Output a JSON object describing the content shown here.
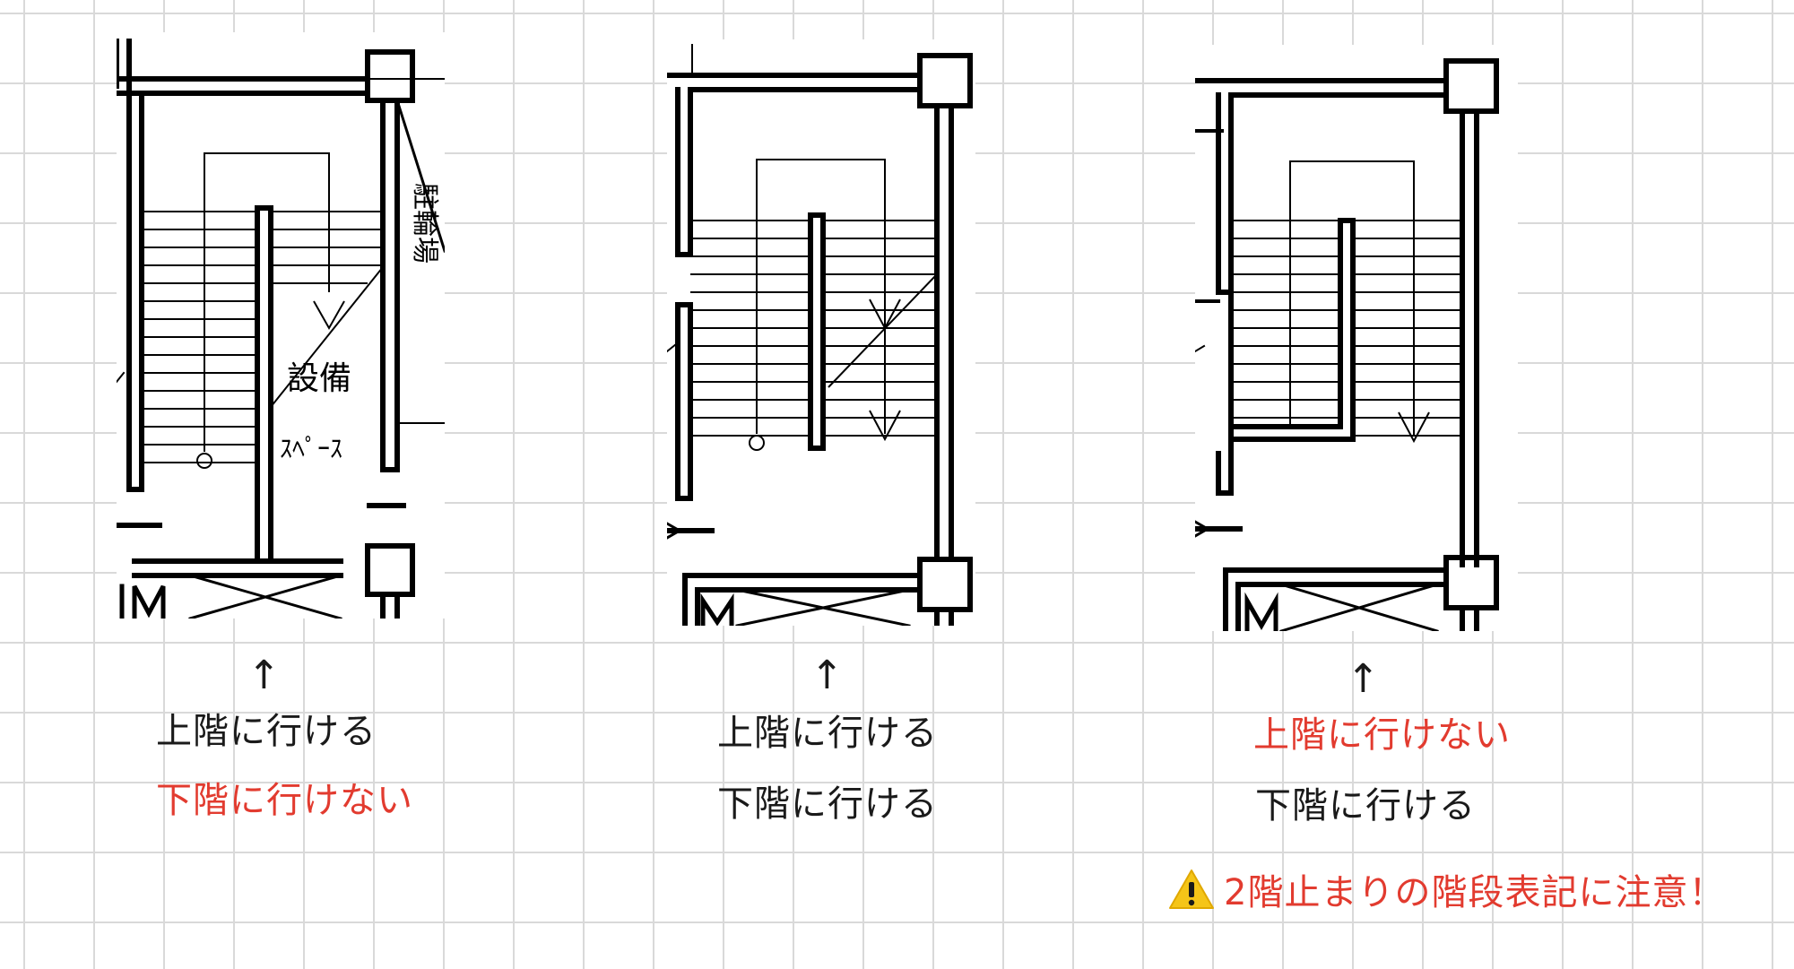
{
  "colors": {
    "red": "#e23b2f",
    "black": "#1a1a1a",
    "warning_yellow": "#f5c518"
  },
  "plans": [
    {
      "drawing_labels": [
        "駐輪場",
        "設備",
        "ｽﾍﾟｰｽ"
      ],
      "arrow": "↑",
      "up_text": "上階に行ける",
      "down_text": "下階に行けない"
    },
    {
      "arrow": "↑",
      "up_text": "上階に行ける",
      "down_text": "下階に行ける"
    },
    {
      "arrow": "↑",
      "up_text": "上階に行けない",
      "down_text": "下階に行ける"
    }
  ],
  "warning": {
    "icon": "warning-icon",
    "text": "2階止まりの階段表記に注意！"
  }
}
